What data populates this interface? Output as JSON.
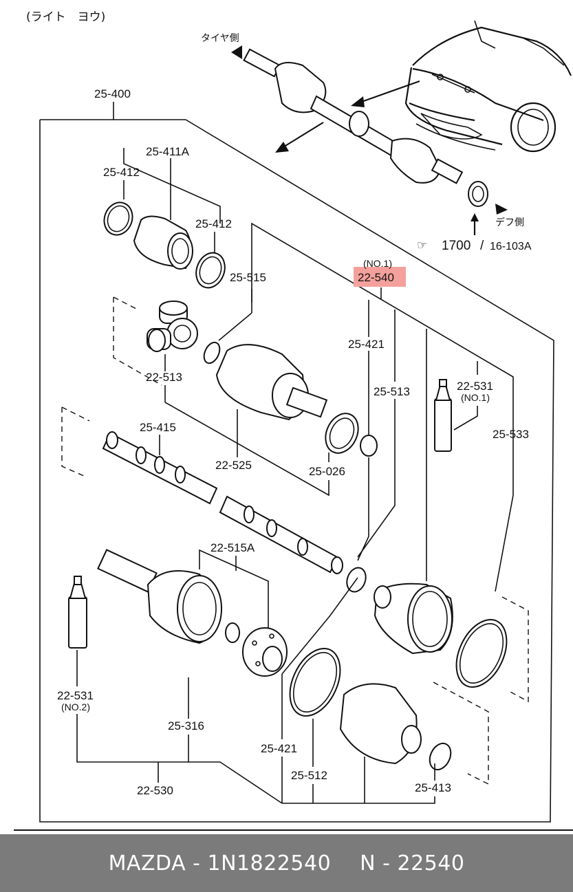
{
  "diagram": {
    "header": "(ライト　ヨウ)",
    "tire_side": "タイヤ側",
    "diff_side": "デフ側",
    "ref_main": "1700",
    "ref_slash": "/",
    "ref_sub": "16-103A",
    "highlight_color": "#f4a09c",
    "labels": {
      "l_25_400": "25-400",
      "l_25_411A": "25-411A",
      "l_25_412a": "25-412",
      "l_25_412b": "25-412",
      "l_25_515": "25-515",
      "l_no1_top": "(NO.1)",
      "l_22_540": "22-540",
      "l_25_421a": "25-421",
      "l_22_513": "22-513",
      "l_25_513": "25-513",
      "l_22_531a": "22-531",
      "l_no1_531": "(NO.1)",
      "l_25_533": "25-533",
      "l_25_415": "25-415",
      "l_22_525": "22-525",
      "l_25_026": "25-026",
      "l_22_515A": "22-515A",
      "l_22_531b": "22-531",
      "l_no2_531": "(NO.2)",
      "l_25_316": "25-316",
      "l_25_421b": "25-421",
      "l_25_512": "25-512",
      "l_25_413": "25-413",
      "l_22_530": "22-530"
    }
  },
  "footer": {
    "part_number": "MAZDA - 1N1822540",
    "alt_number": "N - 22540"
  }
}
